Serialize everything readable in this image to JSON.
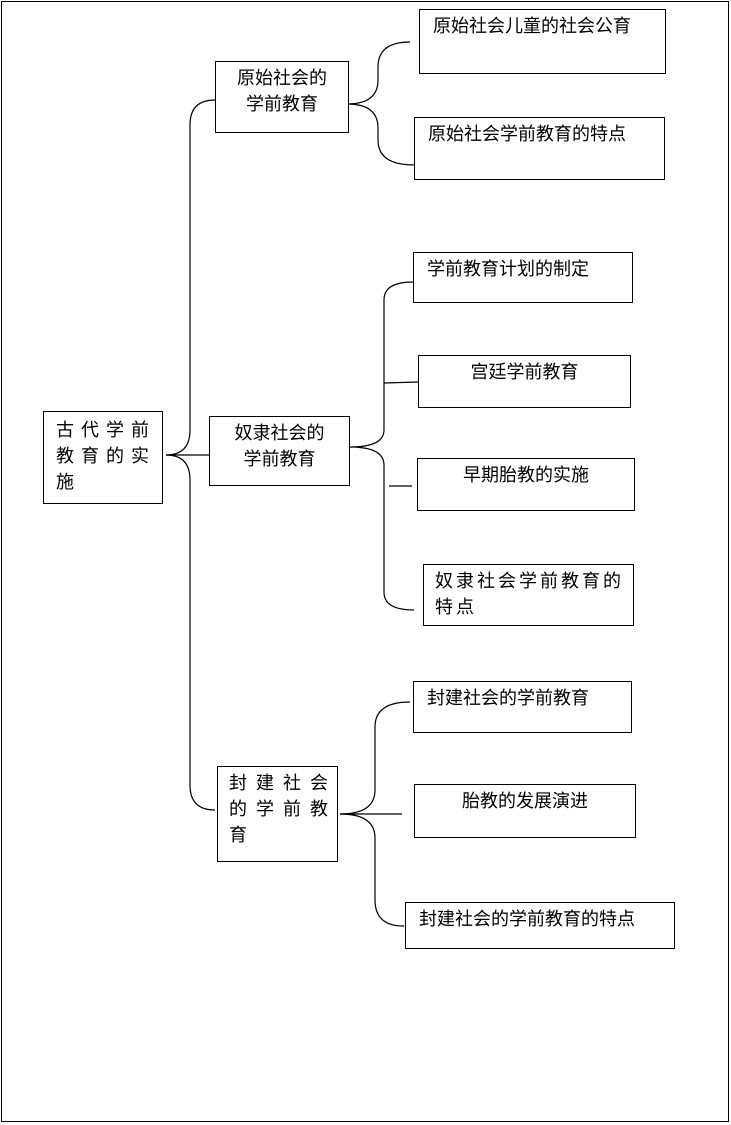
{
  "root": {
    "text": "古代学前\n教育的实\n施"
  },
  "branches": [
    {
      "title": "原始社会的\n学前教育",
      "items": [
        "原始社会儿童的社会公育",
        "原始社会学前教育的特点"
      ]
    },
    {
      "title": "奴隶社会的\n学前教育",
      "items": [
        "学前教育计划的制定",
        "宫廷学前教育",
        "早期胎教的实施",
        "奴隶社会学前教育的\n特点"
      ]
    },
    {
      "title": "封建社会\n的学前教\n育",
      "items": [
        "封建社会的学前教育",
        "胎教的发展演进",
        "封建社会的学前教育的特点"
      ]
    }
  ]
}
